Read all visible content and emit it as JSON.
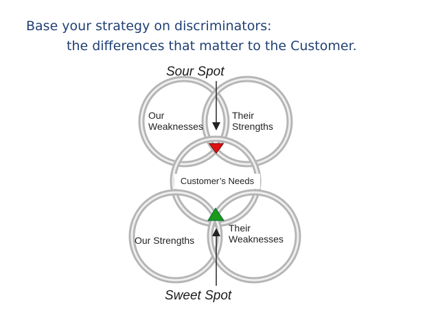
{
  "title": {
    "line1": "Base your strategy on discriminators:",
    "line2": "the differences that matter to the Customer."
  },
  "diagram": {
    "sour_spot": "Sour Spot",
    "sweet_spot": "Sweet Spot",
    "customers_needs": "Customer’s Needs",
    "our_weaknesses": [
      "Our",
      "Weaknesses"
    ],
    "their_strengths": [
      "Their",
      "Strengths"
    ],
    "our_strengths": "Our Strengths",
    "their_weaknesses": [
      "Their",
      "Weaknesses"
    ],
    "colors": {
      "title": "#1f3f73",
      "ring": "#c9c9c9",
      "sour_triangle": "#e01010",
      "sweet_triangle": "#1a9a1a"
    }
  }
}
